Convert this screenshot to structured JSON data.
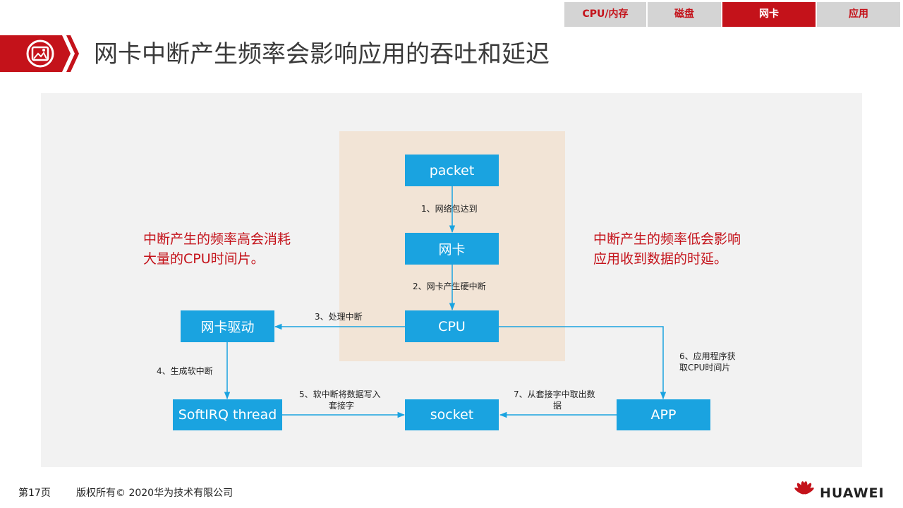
{
  "tabs": [
    {
      "label": "CPU/内存",
      "active": false
    },
    {
      "label": "磁盘",
      "active": false
    },
    {
      "label": "网卡",
      "active": true
    },
    {
      "label": "应用",
      "active": false
    }
  ],
  "title": "网卡中断产生频率会影响应用的吞吐和延迟",
  "nodes": {
    "packet": "packet",
    "nic": "网卡",
    "cpu": "CPU",
    "driver": "网卡驱动",
    "softirq": "SoftIRQ thread",
    "socket": "socket",
    "app": "APP"
  },
  "edges": {
    "e1": "1、网络包达到",
    "e2": "2、网卡产生硬中断",
    "e3": "3、处理中断",
    "e4": "4、生成软中断",
    "e5_line1": "5、软中断将数据写入",
    "e5_line2": "套接字",
    "e6_line1": "6、应用程序获",
    "e6_line2": "取CPU时间片",
    "e7_line1": "7、从套接字中取出数",
    "e7_line2": "据"
  },
  "notes": {
    "left_line1": "中断产生的频率高会消耗",
    "left_line2": "大量的CPU时间片。",
    "right_line1": "中断产生的频率低会影响",
    "right_line2": "应用收到数据的时延。"
  },
  "footer": {
    "page": "第17页",
    "copyright": "版权所有© 2020华为技术有限公司",
    "brand": "HUAWEI"
  },
  "colors": {
    "accent": "#c4121a",
    "node": "#1aa3e0",
    "edge": "#1aa3e0"
  }
}
